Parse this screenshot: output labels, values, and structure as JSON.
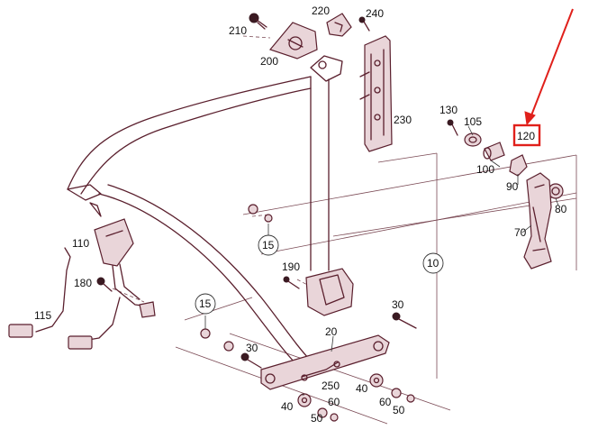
{
  "labels": {
    "p210": "210",
    "p220": "220",
    "p240": "240",
    "p200": "200",
    "p230": "230",
    "p130": "130",
    "p105": "105",
    "p120": "120",
    "p100": "100",
    "p90": "90",
    "p80": "80",
    "p70": "70",
    "p110": "110",
    "p180": "180",
    "p115": "115",
    "p15a": "15",
    "p15b": "15",
    "p190": "190",
    "p10": "10",
    "p30a": "30",
    "p30b": "30",
    "p20": "20",
    "p250": "250",
    "p40a": "40",
    "p60a": "60",
    "p50a": "50",
    "p40b": "40",
    "p60b": "60",
    "p50b": "50"
  },
  "highlight": {
    "part": "120",
    "color": "#e0201b"
  }
}
